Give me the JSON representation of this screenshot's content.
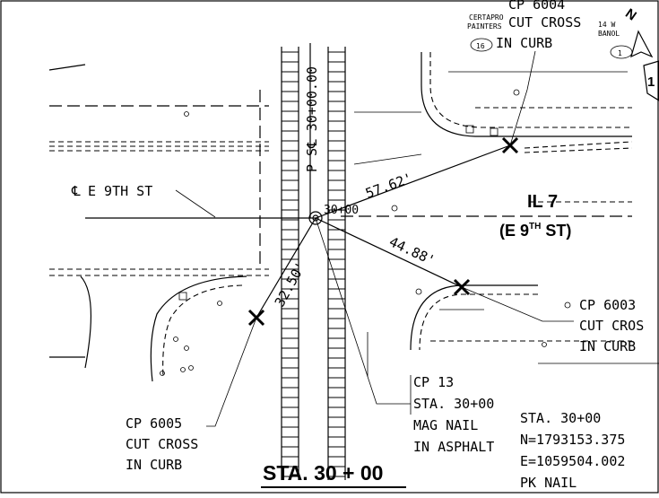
{
  "street": {
    "route": "IL 7",
    "name_open": "(E 9",
    "name_sup": "TH",
    "name_close": " ST)",
    "centerline_symbol": "℄",
    "centerline_label": "E 9TH ST"
  },
  "vertical_centerline": {
    "label": "P S℄ 30+00.00"
  },
  "center_point": {
    "label": "30+00"
  },
  "distances": [
    "57.62'",
    "44.88'",
    "32.50'"
  ],
  "control_points": [
    {
      "id": "cp6004",
      "lines": [
        "CP 6004",
        "CUT CROSS",
        "IN CURB"
      ]
    },
    {
      "id": "cp6003",
      "lines": [
        "CP 6003",
        "CUT CROS",
        "IN CURB"
      ]
    },
    {
      "id": "cp6005",
      "lines": [
        "CP 6005",
        "CUT CROSS",
        "IN CURB"
      ]
    },
    {
      "id": "cp13",
      "lines": [
        "CP 13",
        "STA. 30+00",
        "MAG NAIL",
        "IN ASPHALT"
      ]
    }
  ],
  "station_block": {
    "lines": [
      "STA. 30+00",
      "N=1793153.375",
      "E=1059504.002",
      "PK NAIL"
    ]
  },
  "title": "STA. 30 + 00",
  "map_labels": {
    "business_1": "CERTAPRO",
    "business_2": "PAINTERS",
    "business_3": "14 W",
    "business_4": "BANOL",
    "address_num": "16",
    "address_num_2": "1",
    "north": "N",
    "north_marker": "1"
  }
}
